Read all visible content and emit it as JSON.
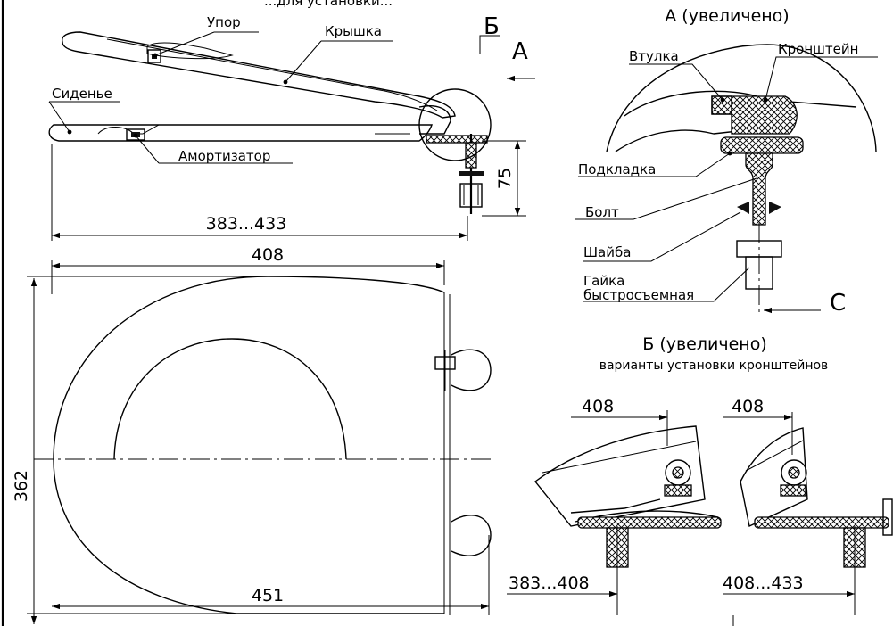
{
  "top_caption_fragment": "...для установки...",
  "view_a_title": "А (увеличено)",
  "view_b_title": "Б (увеличено)",
  "view_b_subtitle": "варианты установки кронштейнов",
  "section_markers": {
    "b": "Б",
    "a": "А",
    "c": "С"
  },
  "side_view_labels": {
    "stop": "Упор",
    "lid": "Крышка",
    "seat": "Сиденье",
    "damper": "Амортизатор"
  },
  "view_a_labels": {
    "bushing": "Втулка",
    "bracket": "Кронштейн",
    "pad": "Подкладка",
    "bolt": "Болт",
    "washer": "Шайба",
    "nut_line1": "Гайка",
    "nut_line2": "быстросъемная"
  },
  "dimensions": {
    "bolt_height": "75",
    "side_length": "383...433",
    "top_width": "408",
    "plan_height": "362",
    "plan_length": "451",
    "b1_top": "408",
    "b1_bottom": "383...408",
    "b2_top": "408",
    "b2_bottom": "408...433"
  }
}
